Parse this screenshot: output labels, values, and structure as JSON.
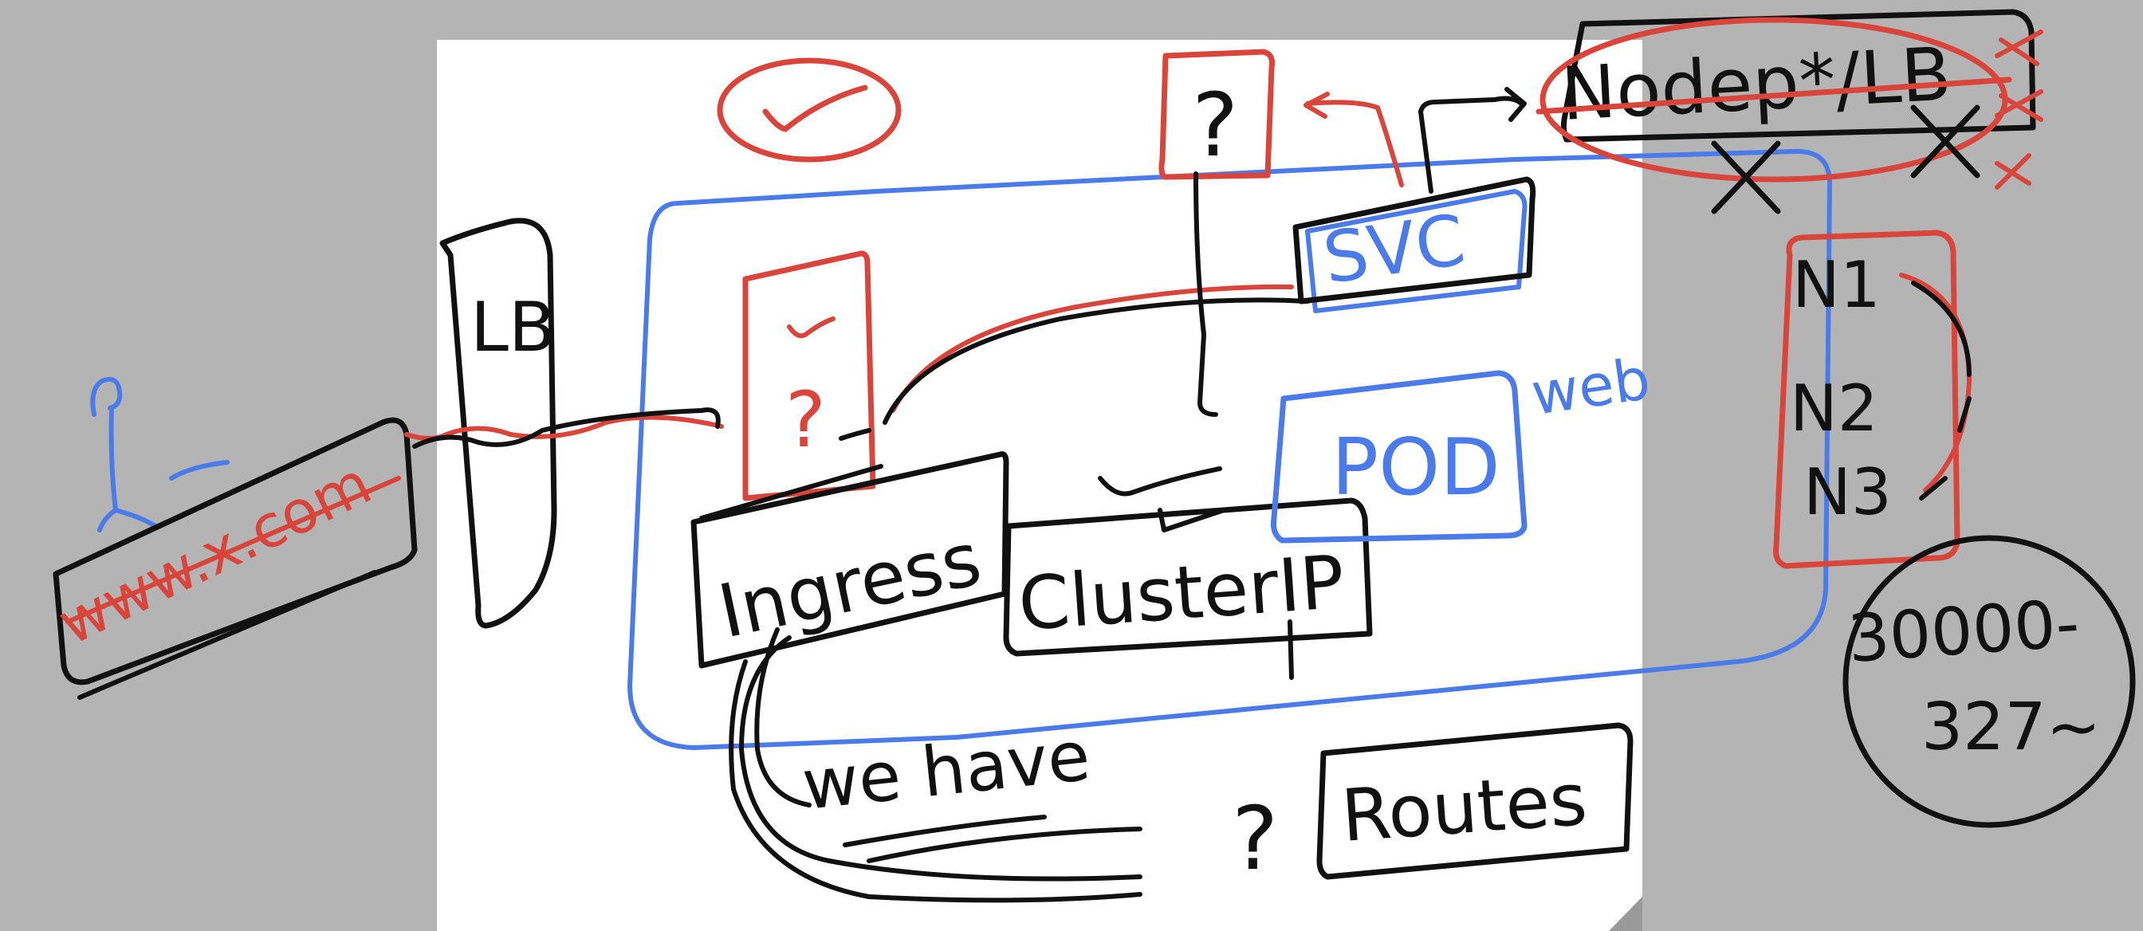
{
  "colors": {
    "background": "#b4b4b4",
    "sheet": "#ffffff",
    "black_ink": "#111111",
    "red_ink": "#d9453a",
    "blue_ink": "#4a7be8"
  },
  "labels": {
    "url": "www.x.com",
    "lb": "LB",
    "ingress": "Ingress",
    "clusterip": "ClusterIP",
    "svc": "SVC",
    "pod": "POD",
    "web": "web",
    "nodeport_lb": "Nodep*/LB",
    "node1": "N1",
    "node2": "N2",
    "node3": "N3",
    "port_range": "30000-",
    "port_range_end": "327~",
    "routes": "Routes",
    "we_have": "we have",
    "question": "?",
    "question_box": "?"
  }
}
